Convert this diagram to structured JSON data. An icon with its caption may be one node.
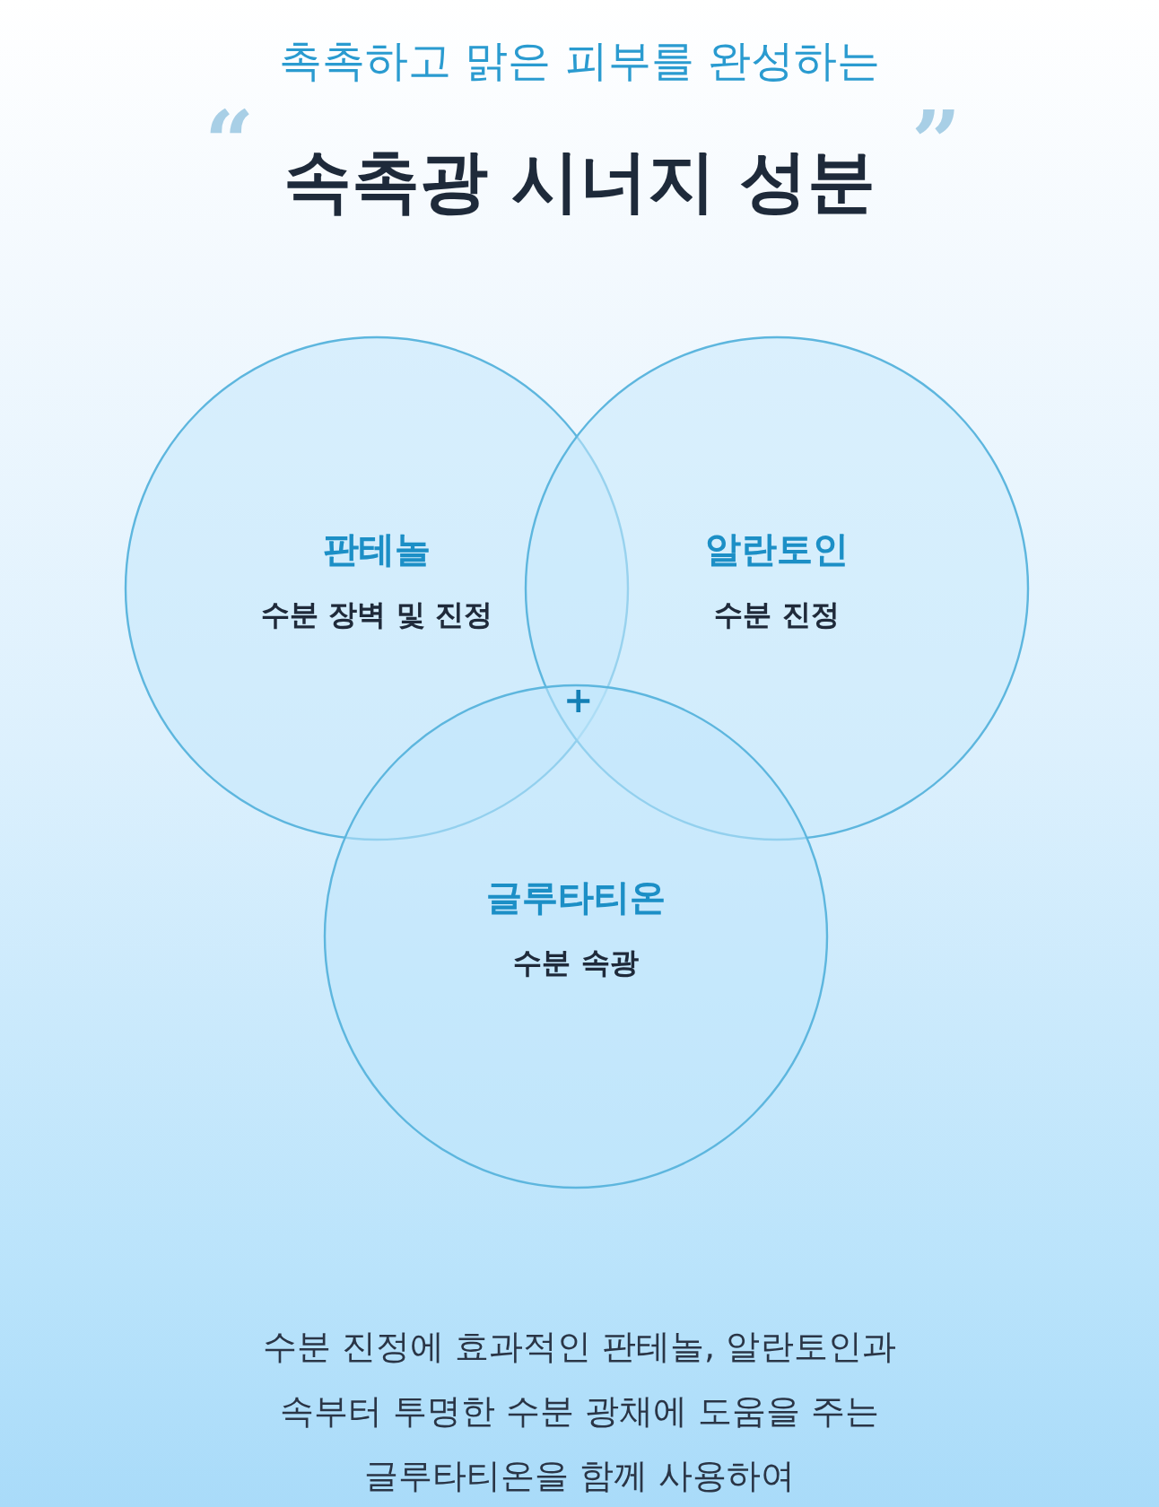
{
  "diagram": {
    "title": "속촉광 시너지 성분",
    "nodes": [
      {
        "text": [
          "판테놀",
          "수분 장벽 및 진정"
        ]
      },
      {
        "text": [
          "알란토인",
          "수분 진정"
        ]
      },
      {
        "text": [
          "글루타티온",
          "수분 속광"
        ]
      }
    ],
    "edges": [],
    "labels": [
      "촉촉하고 맑은 피부를 완성하는",
      "“",
      "”",
      "+",
      "수분 진정에 효과적인 판테놀, 알란토인과 속부터 투명한 수분 광채에 도움을 주는 글루타티온을 함께 사용하여"
    ]
  }
}
